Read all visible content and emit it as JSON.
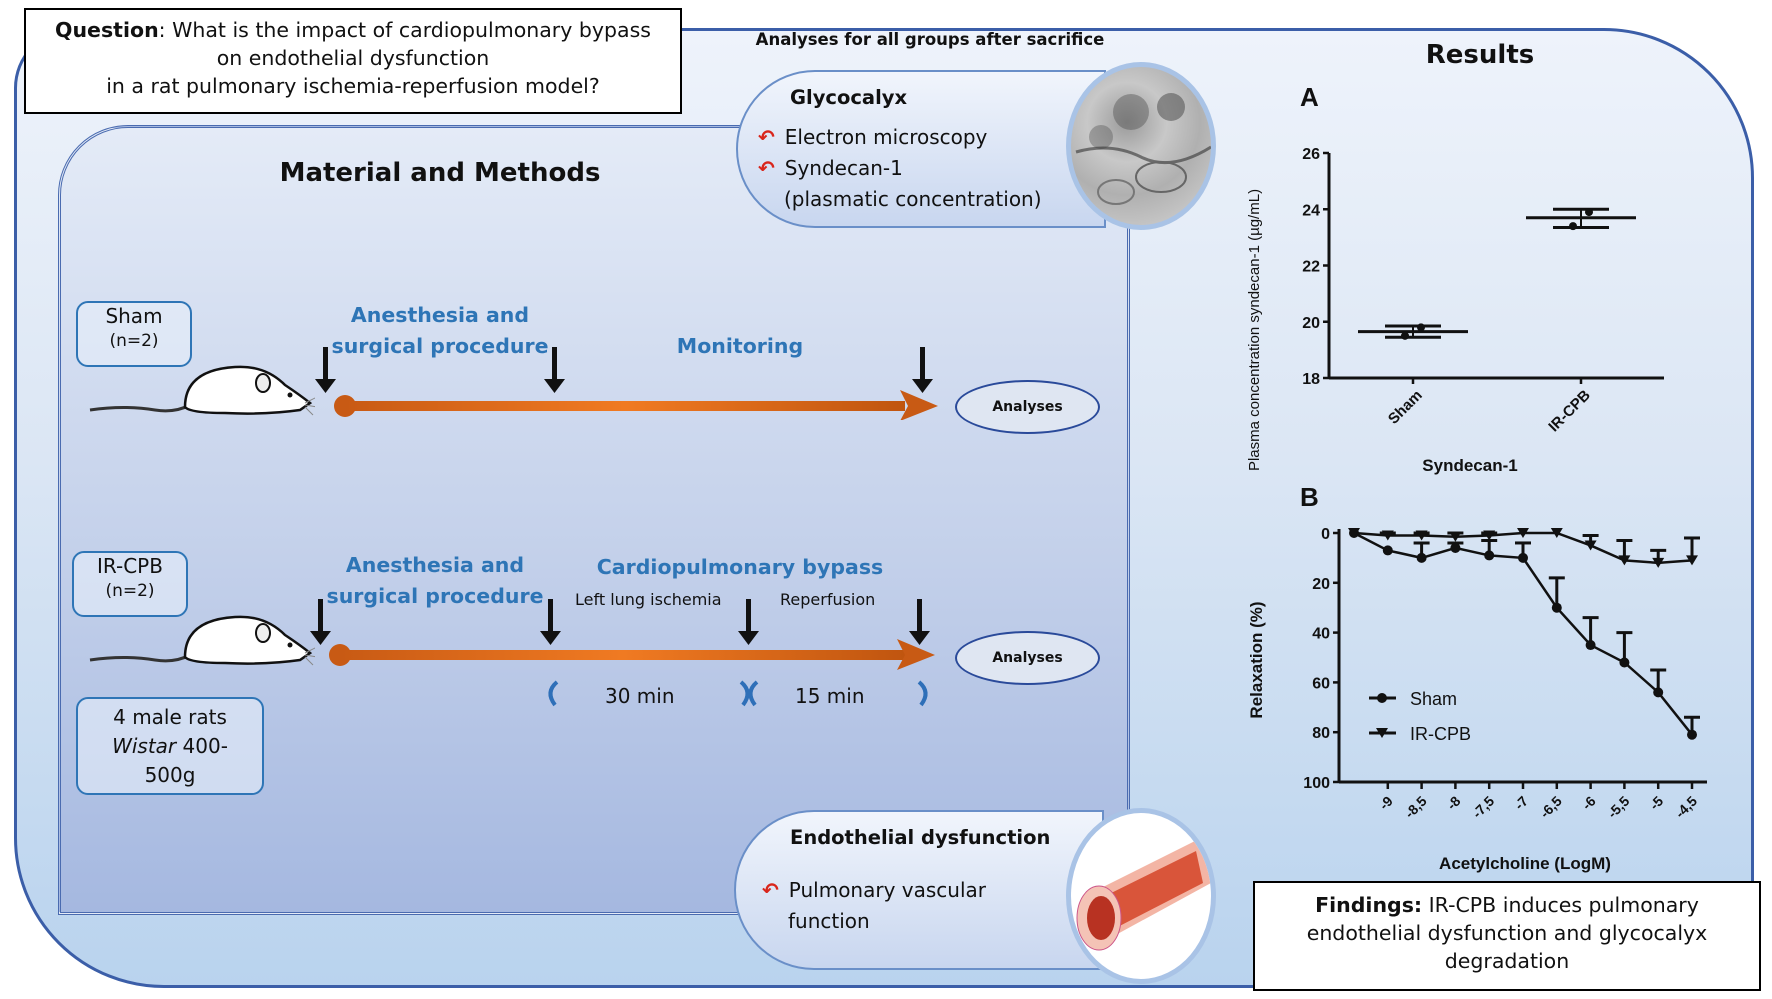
{
  "question": {
    "label": "Question",
    "text_line1": ": What is the impact of cardiopulmonary bypass",
    "text_line2": "on endothelial dysfunction",
    "text_line3": "in a rat pulmonary ischemia-reperfusion model?"
  },
  "analyses_header": "Analyses for all groups after sacrifice",
  "glycocalyx": {
    "title": "Glycocalyx",
    "items": [
      "Electron microscopy",
      "Syndecan-1",
      "(plasmatic concentration)"
    ]
  },
  "methods": {
    "title": "Material and Methods",
    "sham": {
      "group": "Sham",
      "n": "(n=2)",
      "step1": "Anesthesia and",
      "step1b": "surgical procedure",
      "step2": "Monitoring",
      "end": "Analyses"
    },
    "ircpb": {
      "group": "IR-CPB",
      "n": "(n=2)",
      "step1": "Anesthesia and",
      "step1b": "surgical procedure",
      "step2": "Cardiopulmonary bypass",
      "phase1": "Left lung ischemia",
      "phase2": "Reperfusion",
      "dur1": "30 min",
      "dur2": "15 min",
      "end": "Analyses"
    },
    "animals": {
      "line1": "4 male rats",
      "strain": "Wistar",
      "weight1": " 400-",
      "weight2": "500g"
    }
  },
  "endothelial": {
    "title": "Endothelial dysfunction",
    "items": [
      "Pulmonary vascular",
      "function"
    ]
  },
  "results_title": "Results",
  "findings": {
    "label": "Findings:",
    "line1": " IR-CPB induces pulmonary",
    "line2": "endothelial dysfunction and glycocalyx",
    "line3": "degradation"
  },
  "colors": {
    "accent_blue": "#2e75b6",
    "timeline_orange": "#e06a1a",
    "bullet_red": "#d9261c"
  },
  "chart_data": [
    {
      "panel": "A",
      "type": "scatter",
      "title": "Syndecan-1",
      "xlabel": "",
      "ylabel": "Plasma concentration  syndecan-1 (µg/mL)",
      "categories": [
        "Sham",
        "IR-CPB"
      ],
      "ylim": [
        18,
        26
      ],
      "yticks": [
        18,
        20,
        22,
        24,
        26
      ],
      "series": [
        {
          "name": "Sham",
          "points": [
            19.5,
            19.8
          ],
          "mean": 19.65,
          "error_low": 19.45,
          "error_high": 19.85
        },
        {
          "name": "IR-CPB",
          "points": [
            23.4,
            23.9
          ],
          "mean": 23.7,
          "error_low": 23.35,
          "error_high": 24.0
        }
      ]
    },
    {
      "panel": "B",
      "type": "line",
      "title": "",
      "xlabel": "Acetylcholine (LogM)",
      "ylabel": "Relaxation (%)",
      "ylim": [
        0,
        100
      ],
      "y_inverted": true,
      "yticks": [
        0,
        20,
        40,
        60,
        80,
        100
      ],
      "xtick_labels": [
        "-9",
        "-8,5",
        "-8",
        "-7,5",
        "-7",
        "-6,5",
        "-6",
        "-5,5",
        "-5",
        "-4,5"
      ],
      "x": [
        -9.5,
        -9,
        -8.5,
        -8,
        -7.5,
        -7,
        -6.5,
        -6,
        -5.5,
        -5,
        -4.5
      ],
      "legend_position": "bottom-left",
      "series": [
        {
          "name": "Sham",
          "marker": "circle",
          "values": [
            0,
            7,
            10,
            6,
            9,
            10,
            30,
            45,
            52,
            64,
            81
          ],
          "error_up": [
            0,
            7,
            4,
            4,
            3,
            4,
            18,
            34,
            40,
            55,
            74
          ]
        },
        {
          "name": "IR-CPB",
          "marker": "triangle-down",
          "values": [
            0,
            1,
            1,
            1.5,
            1,
            0,
            0,
            5,
            11,
            12,
            11
          ],
          "error_up": [
            0,
            0,
            0,
            0,
            0,
            0,
            0,
            1,
            3,
            7,
            2
          ]
        }
      ]
    }
  ]
}
